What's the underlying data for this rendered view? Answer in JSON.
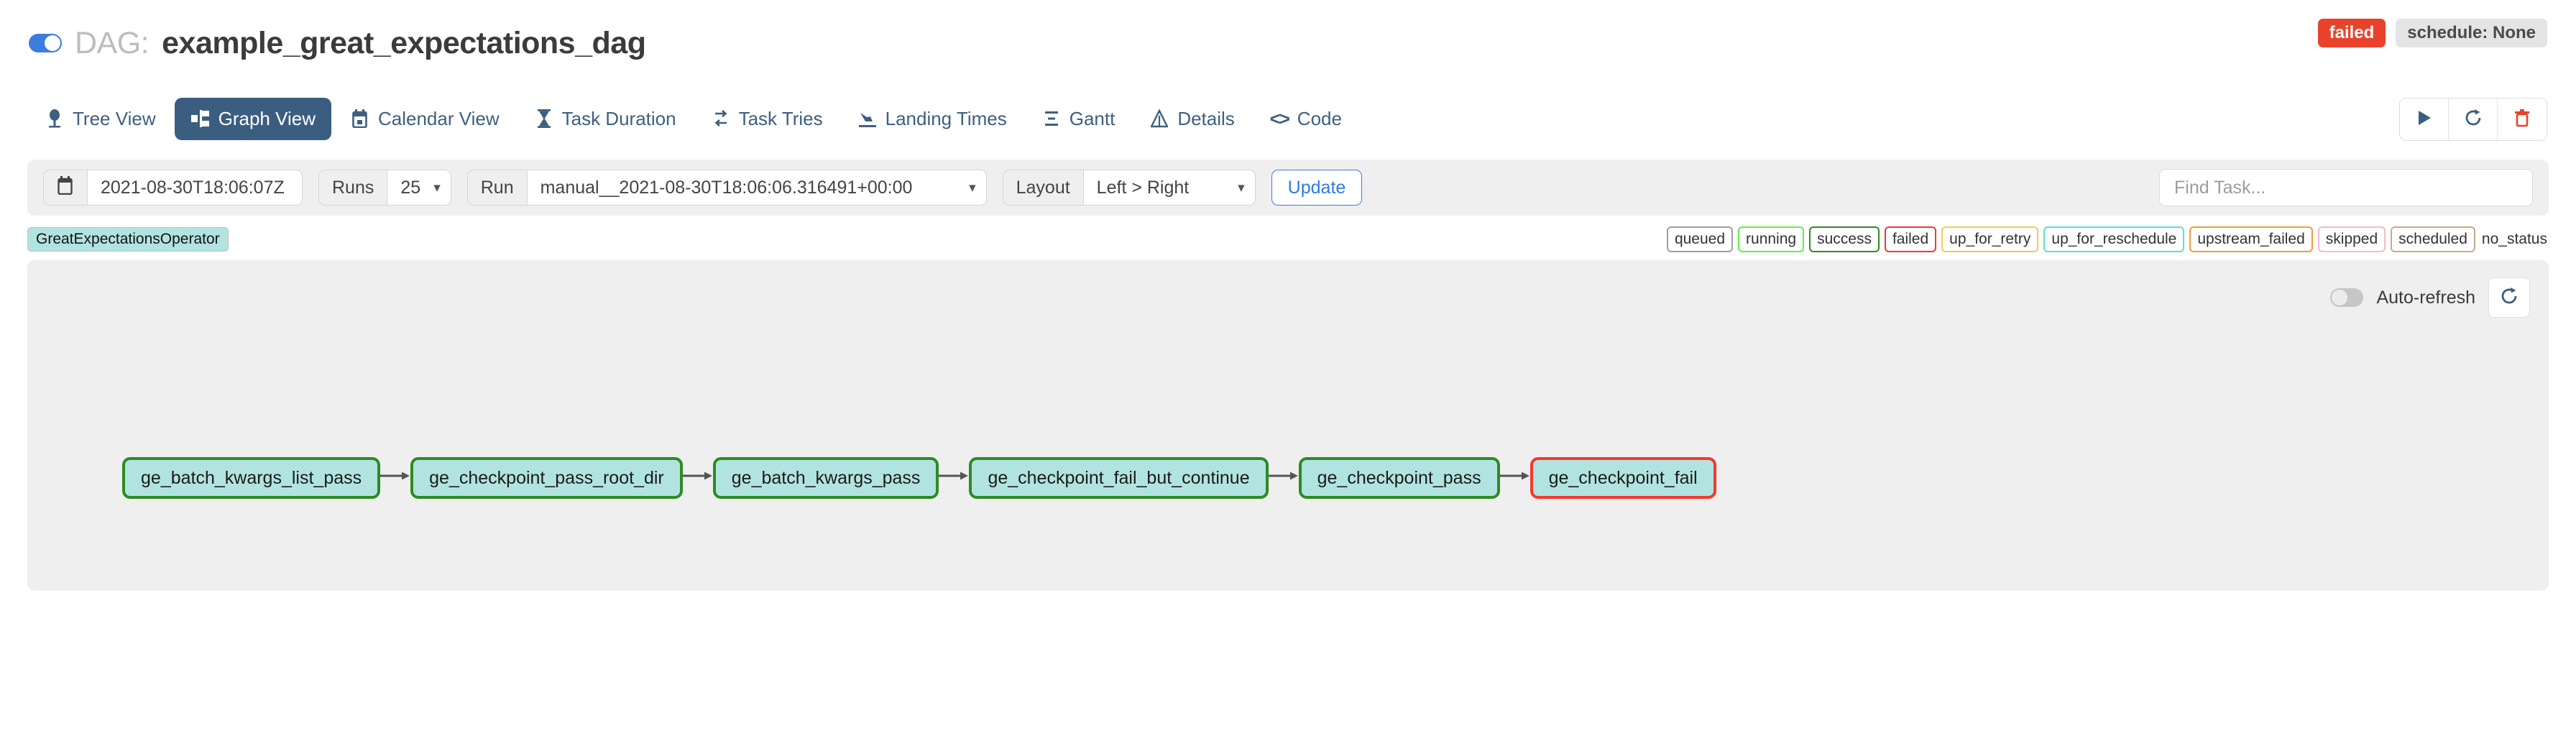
{
  "header": {
    "pause_toggle": {
      "name": "dag-pause-toggle",
      "state": "on"
    },
    "dag_label": "DAG:",
    "dag_name": "example_great_expectations_dag",
    "status_badge": "failed",
    "status_badge_color": "#e8432a",
    "schedule_badge": "schedule: None"
  },
  "nav": {
    "tabs": [
      {
        "label": "Tree View",
        "icon": "tree-icon",
        "active": false
      },
      {
        "label": "Graph View",
        "icon": "graph-icon",
        "active": true
      },
      {
        "label": "Calendar View",
        "icon": "calendar-icon",
        "active": false
      },
      {
        "label": "Task Duration",
        "icon": "hourglass-icon",
        "active": false
      },
      {
        "label": "Task Tries",
        "icon": "retry-icon",
        "active": false
      },
      {
        "label": "Landing Times",
        "icon": "landing-icon",
        "active": false
      },
      {
        "label": "Gantt",
        "icon": "gantt-icon",
        "active": false
      },
      {
        "label": "Details",
        "icon": "details-icon",
        "active": false
      },
      {
        "label": "Code",
        "icon": "code-icon",
        "active": false
      }
    ],
    "actions": [
      {
        "name": "trigger-dag-button",
        "icon": "play-icon",
        "color": "#3b5e80"
      },
      {
        "name": "refresh-button",
        "icon": "refresh-icon",
        "color": "#3b5e80"
      },
      {
        "name": "delete-dag-button",
        "icon": "trash-icon",
        "color": "#e8432a"
      }
    ]
  },
  "filterbar": {
    "calendar_icon": "calendar-icon",
    "date_value": "2021-08-30T18:06:07Z",
    "runs_label": "Runs",
    "runs_value": "25",
    "run_label": "Run",
    "run_value": "manual__2021-08-30T18:06:06.316491+00:00",
    "layout_label": "Layout",
    "layout_value": "Left > Right",
    "update_label": "Update",
    "find_task_placeholder": "Find Task...",
    "find_task_value": ""
  },
  "legend": {
    "operator_badge": "GreatExpectationsOperator",
    "operator_badge_color": "#b1e4e0",
    "statuses": [
      {
        "label": "queued",
        "color": "#9e9e9e"
      },
      {
        "label": "running",
        "color": "#5ef14b"
      },
      {
        "label": "success",
        "color": "#2e8b21"
      },
      {
        "label": "failed",
        "color": "#f4392a"
      },
      {
        "label": "up_for_retry",
        "color": "#f2cb4e"
      },
      {
        "label": "up_for_reschedule",
        "color": "#5ce0d0"
      },
      {
        "label": "upstream_failed",
        "color": "#f29c38"
      },
      {
        "label": "skipped",
        "color": "#f6b9cd"
      },
      {
        "label": "scheduled",
        "color": "#c4ab8e"
      },
      {
        "label": "no_status",
        "color": "none"
      }
    ]
  },
  "canvas": {
    "auto_refresh_label": "Auto-refresh",
    "auto_refresh_state": "off",
    "refresh_icon": "refresh-icon",
    "nodes": [
      {
        "label": "ge_batch_kwargs_list_pass",
        "status": "success",
        "border": "#2e8b21",
        "fill": "#b1e4e0"
      },
      {
        "label": "ge_checkpoint_pass_root_dir",
        "status": "success",
        "border": "#2e8b21",
        "fill": "#b1e4e0"
      },
      {
        "label": "ge_batch_kwargs_pass",
        "status": "success",
        "border": "#2e8b21",
        "fill": "#b1e4e0"
      },
      {
        "label": "ge_checkpoint_fail_but_continue",
        "status": "success",
        "border": "#2e8b21",
        "fill": "#b1e4e0"
      },
      {
        "label": "ge_checkpoint_pass",
        "status": "success",
        "border": "#2e8b21",
        "fill": "#b1e4e0"
      },
      {
        "label": "ge_checkpoint_fail",
        "status": "failed",
        "border": "#f4392a",
        "fill": "#b1e4e0"
      }
    ]
  }
}
